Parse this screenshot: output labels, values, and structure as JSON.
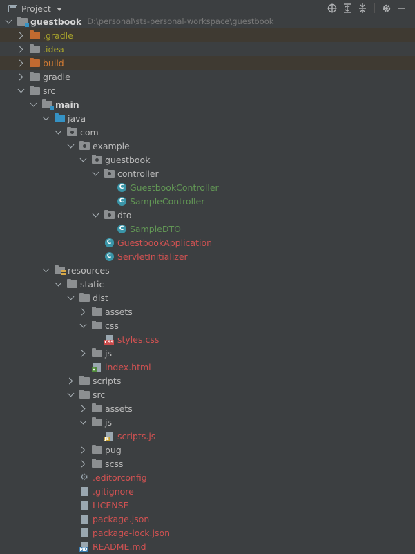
{
  "toolbar": {
    "title": "Project",
    "icons": [
      "crosshair-icon",
      "expand-all-icon",
      "collapse-all-icon",
      "gear-icon",
      "minimize-icon"
    ]
  },
  "colors": {
    "background": "#3c3f41",
    "excluded_text": "#a6a12c",
    "build_text": "#d07a34",
    "modified_text": "#629755",
    "unversioned_text": "#d25252",
    "folder_orange": "#c26a30",
    "folder_blue": "#3592c4"
  },
  "tree": [
    {
      "label": "guestbook",
      "path": "D:\\personal\\sts-personal-workspace\\guestbook",
      "indent": 0,
      "arrow": "down",
      "icon": "module-folder-icon",
      "color": "c-bold"
    },
    {
      "label": ".gradle",
      "indent": 1,
      "arrow": "right",
      "icon": "excluded-folder-icon",
      "color": "c-olive",
      "hl": "hl"
    },
    {
      "label": ".idea",
      "indent": 1,
      "arrow": "right",
      "icon": "folder-icon",
      "color": "c-olive"
    },
    {
      "label": "build",
      "indent": 1,
      "arrow": "right",
      "icon": "excluded-folder-icon",
      "color": "c-orange",
      "hl": "hl"
    },
    {
      "label": "gradle",
      "indent": 1,
      "arrow": "right",
      "icon": "folder-icon",
      "color": "c-default"
    },
    {
      "label": "src",
      "indent": 1,
      "arrow": "down",
      "icon": "folder-icon",
      "color": "c-default"
    },
    {
      "label": "main",
      "indent": 2,
      "arrow": "down",
      "icon": "module-folder-icon",
      "color": "c-bold"
    },
    {
      "label": "java",
      "indent": 3,
      "arrow": "down",
      "icon": "source-folder-icon",
      "color": "c-default"
    },
    {
      "label": "com",
      "indent": 4,
      "arrow": "down",
      "icon": "package-icon",
      "color": "c-default"
    },
    {
      "label": "example",
      "indent": 5,
      "arrow": "down",
      "icon": "package-icon",
      "color": "c-default"
    },
    {
      "label": "guestbook",
      "indent": 6,
      "arrow": "down",
      "icon": "package-icon",
      "color": "c-default"
    },
    {
      "label": "controller",
      "indent": 7,
      "arrow": "down",
      "icon": "package-icon",
      "color": "c-default"
    },
    {
      "label": "GuestbookController",
      "indent": 8,
      "arrow": "none",
      "icon": "java-class-icon",
      "color": "c-green"
    },
    {
      "label": "SampleController",
      "indent": 8,
      "arrow": "none",
      "icon": "java-class-icon",
      "color": "c-green"
    },
    {
      "label": "dto",
      "indent": 7,
      "arrow": "down",
      "icon": "package-icon",
      "color": "c-default"
    },
    {
      "label": "SampleDTO",
      "indent": 8,
      "arrow": "none",
      "icon": "java-class-icon",
      "color": "c-green"
    },
    {
      "label": "GuestbookApplication",
      "indent": 7,
      "arrow": "none",
      "icon": "spring-boot-class-icon",
      "color": "c-red"
    },
    {
      "label": "ServletInitializer",
      "indent": 7,
      "arrow": "none",
      "icon": "java-class-icon",
      "color": "c-red"
    },
    {
      "label": "resources",
      "indent": 3,
      "arrow": "down",
      "icon": "resources-folder-icon",
      "color": "c-default"
    },
    {
      "label": "static",
      "indent": 4,
      "arrow": "down",
      "icon": "folder-icon",
      "color": "c-default"
    },
    {
      "label": "dist",
      "indent": 5,
      "arrow": "down",
      "icon": "folder-icon",
      "color": "c-default"
    },
    {
      "label": "assets",
      "indent": 6,
      "arrow": "right",
      "icon": "folder-icon",
      "color": "c-default"
    },
    {
      "label": "css",
      "indent": 6,
      "arrow": "down",
      "icon": "folder-icon",
      "color": "c-default"
    },
    {
      "label": "styles.css",
      "indent": 7,
      "arrow": "none",
      "icon": "css-file-icon",
      "color": "c-red"
    },
    {
      "label": "js",
      "indent": 6,
      "arrow": "right",
      "icon": "folder-icon",
      "color": "c-default"
    },
    {
      "label": "index.html",
      "indent": 6,
      "arrow": "none",
      "icon": "html-file-icon",
      "color": "c-red"
    },
    {
      "label": "scripts",
      "indent": 5,
      "arrow": "right",
      "icon": "folder-icon",
      "color": "c-default"
    },
    {
      "label": "src",
      "indent": 5,
      "arrow": "down",
      "icon": "folder-icon",
      "color": "c-default"
    },
    {
      "label": "assets",
      "indent": 6,
      "arrow": "right",
      "icon": "folder-icon",
      "color": "c-default"
    },
    {
      "label": "js",
      "indent": 6,
      "arrow": "down",
      "icon": "folder-icon",
      "color": "c-default"
    },
    {
      "label": "scripts.js",
      "indent": 7,
      "arrow": "none",
      "icon": "js-file-icon",
      "color": "c-red"
    },
    {
      "label": "pug",
      "indent": 6,
      "arrow": "right",
      "icon": "folder-icon",
      "color": "c-default"
    },
    {
      "label": "scss",
      "indent": 6,
      "arrow": "right",
      "icon": "folder-icon",
      "color": "c-default"
    },
    {
      "label": ".editorconfig",
      "indent": 5,
      "arrow": "none",
      "icon": "editorconfig-gear-icon",
      "color": "c-red"
    },
    {
      "label": ".gitignore",
      "indent": 5,
      "arrow": "none",
      "icon": "gitignore-file-icon",
      "color": "c-red"
    },
    {
      "label": "LICENSE",
      "indent": 5,
      "arrow": "none",
      "icon": "text-file-icon",
      "color": "c-red"
    },
    {
      "label": "package.json",
      "indent": 5,
      "arrow": "none",
      "icon": "json-file-icon",
      "color": "c-red"
    },
    {
      "label": "package-lock.json",
      "indent": 5,
      "arrow": "none",
      "icon": "json-file-icon",
      "color": "c-red"
    },
    {
      "label": "README.md",
      "indent": 5,
      "arrow": "none",
      "icon": "markdown-file-icon",
      "color": "c-red"
    }
  ]
}
